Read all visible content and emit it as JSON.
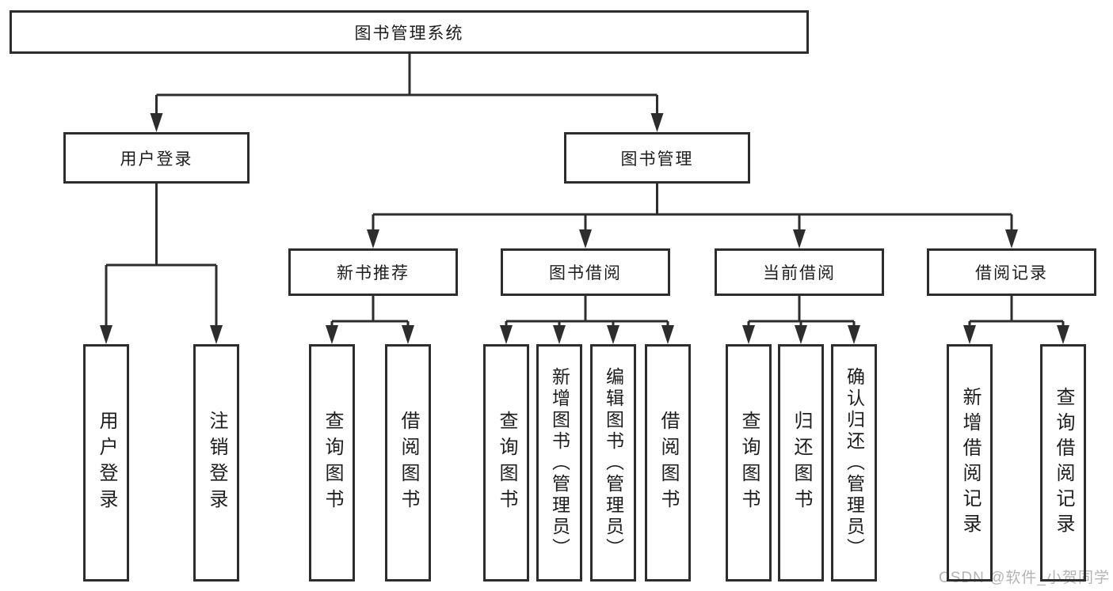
{
  "colors": {
    "line": "#2d2d2d",
    "text": "#1d1d1f",
    "watermark_gray": "#b4b4b4",
    "background": "#ffffff"
  },
  "root": {
    "label": "图书管理系统"
  },
  "level2": {
    "user_login": "用户登录",
    "book_management": "图书管理"
  },
  "level3": {
    "new_book_recommend": "新书推荐",
    "book_borrow": "图书借阅",
    "current_borrow": "当前借阅",
    "borrow_records": "借阅记录"
  },
  "leaves": {
    "user_login": [
      "用户登录",
      "注销登录"
    ],
    "new_book_recommend": [
      "查询图书",
      "借阅图书"
    ],
    "book_borrow": [
      "查询图书",
      "新增图书（管理员）",
      "编辑图书（管理员）",
      "借阅图书"
    ],
    "current_borrow": [
      "查询图书",
      "归还图书",
      "确认归还（管理员）"
    ],
    "borrow_records": [
      "新增借阅记录",
      "查询借阅记录"
    ]
  },
  "watermark": {
    "text": "CSDN @软件_小贺同学"
  }
}
